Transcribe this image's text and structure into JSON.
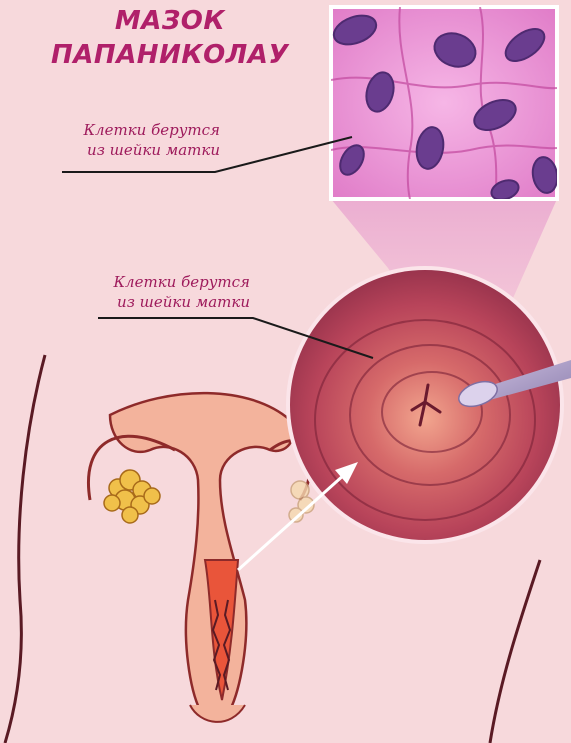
{
  "title": {
    "line1": "МАЗОК",
    "line2": "ПАПАНИКОЛАУ"
  },
  "labels": {
    "top": {
      "line1": "Клетки берутся",
      "line2": "из шейки матки"
    },
    "middle": {
      "line1": "Клетки берутся",
      "line2": "из шейки матки"
    }
  },
  "colors": {
    "background": "#f7d9dc",
    "title": "#b0206a",
    "label": "#9e1b5c",
    "cell_nucleus": "#6a3d8f",
    "cell_tissue": "#e58ad0",
    "cervix": "#c74c58",
    "uterus": "#e9553a"
  }
}
